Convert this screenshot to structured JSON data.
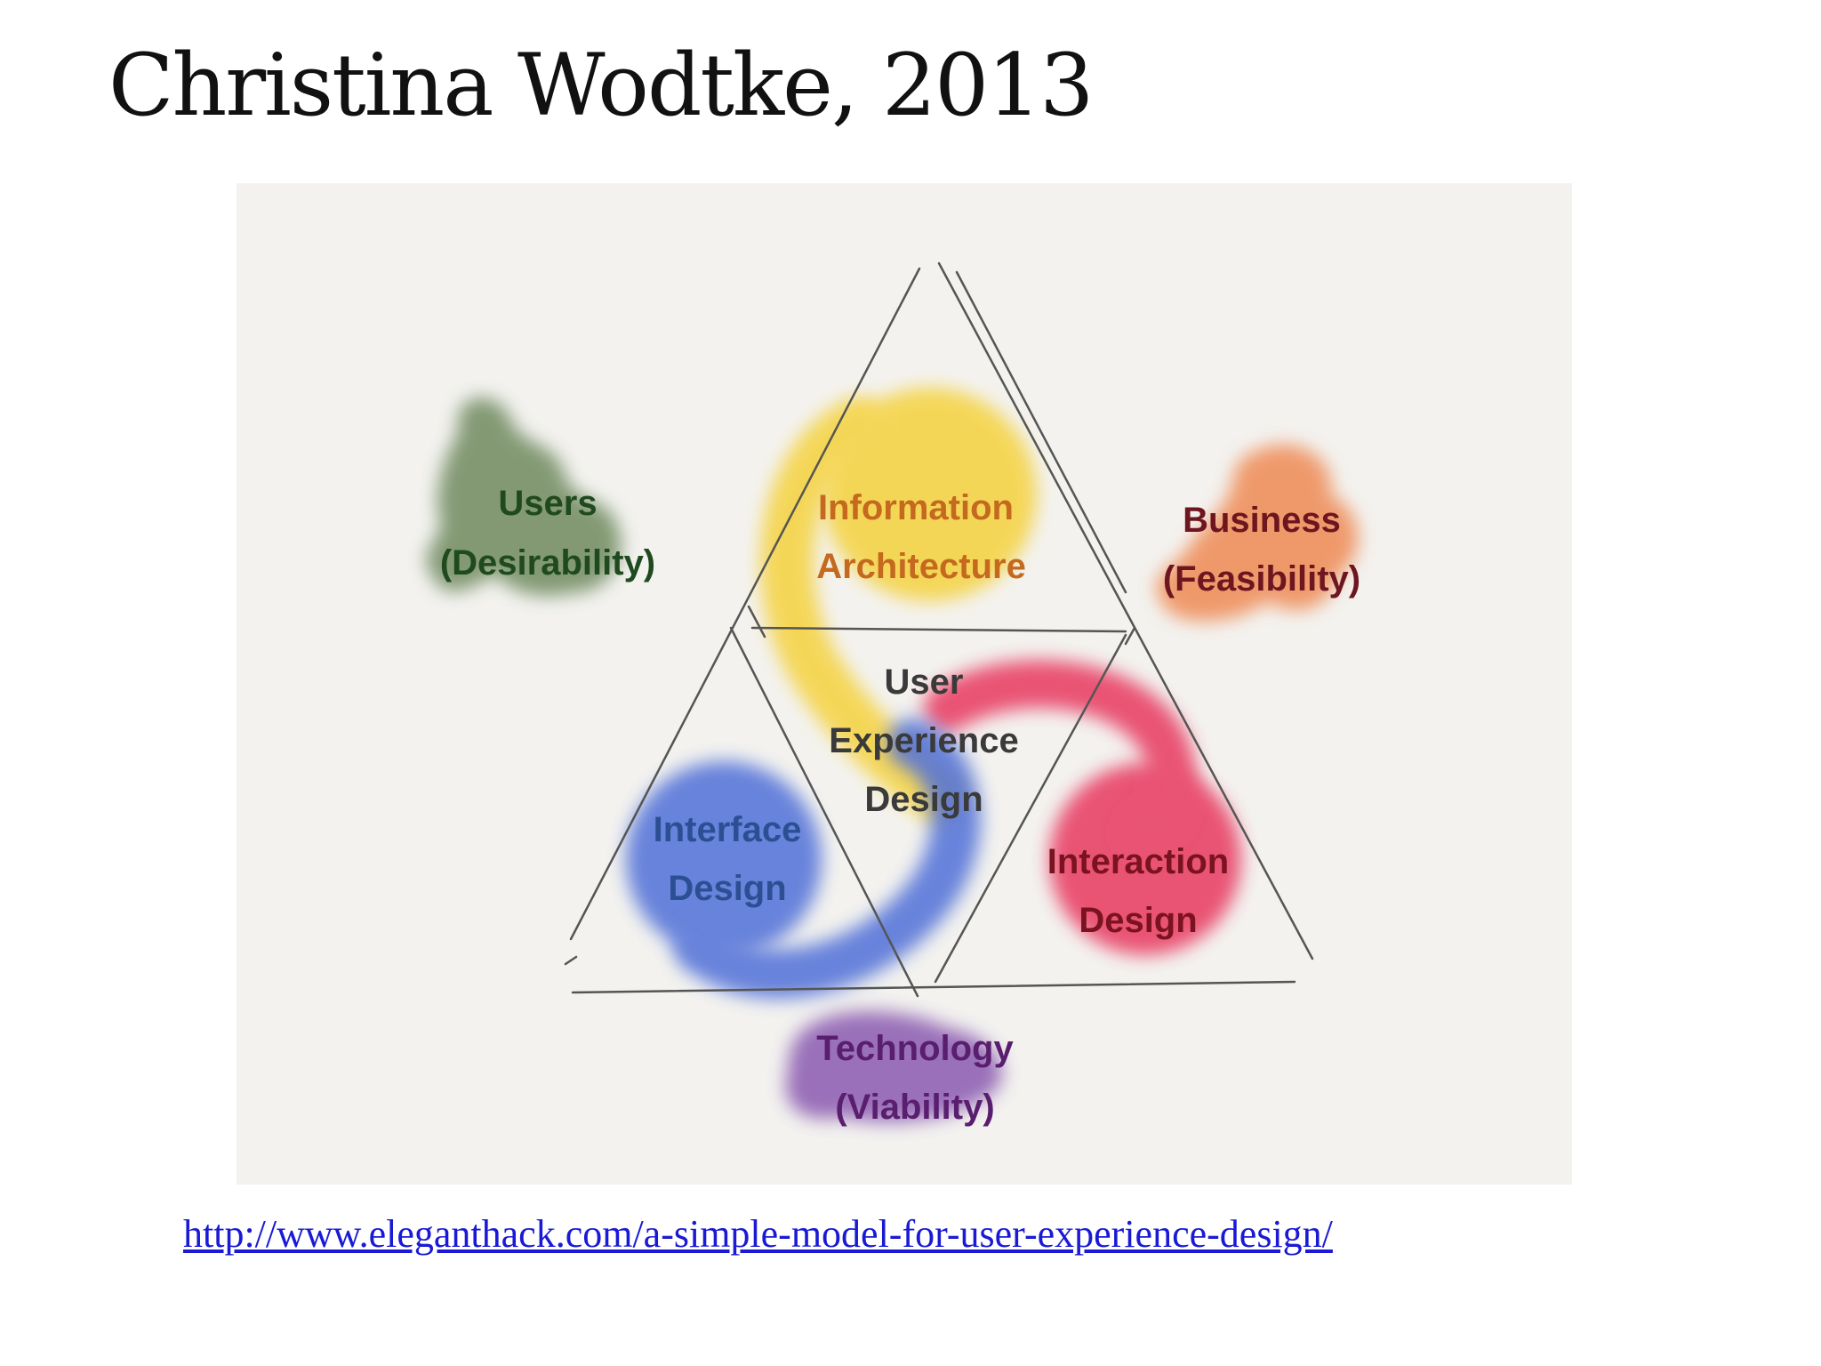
{
  "slide": {
    "title": "Christina Wodtke, 2013",
    "source_link": "http://www.eleganthack.com/a-simple-model-for-user-experience-design/"
  },
  "diagram": {
    "center": {
      "lines": [
        "User",
        "Experience",
        "Design"
      ],
      "color": "#3a3a3a"
    },
    "information_architecture": {
      "lines": [
        "Information",
        "Architecture"
      ],
      "text_color": "#c4691e",
      "blob_color": "#f5d23c"
    },
    "interface_design": {
      "lines": [
        "Interface",
        "Design"
      ],
      "text_color": "#2c4f93",
      "blob_color": "#4f6fd8"
    },
    "interaction_design": {
      "lines": [
        "Interaction",
        "Design"
      ],
      "text_color": "#7a1220",
      "blob_color": "#e8385e"
    },
    "users": {
      "lines": [
        "Users",
        "(Desirability)"
      ],
      "text_color": "#1f4a1f",
      "blob_color": "#6f8a5e"
    },
    "business": {
      "lines": [
        "Business",
        "(Feasibility)"
      ],
      "text_color": "#6e1620",
      "blob_color": "#ef8a55"
    },
    "technology": {
      "lines": [
        "Technology",
        "(Viability)"
      ],
      "text_color": "#5a1e6e",
      "blob_color": "#8a5ab0"
    }
  }
}
